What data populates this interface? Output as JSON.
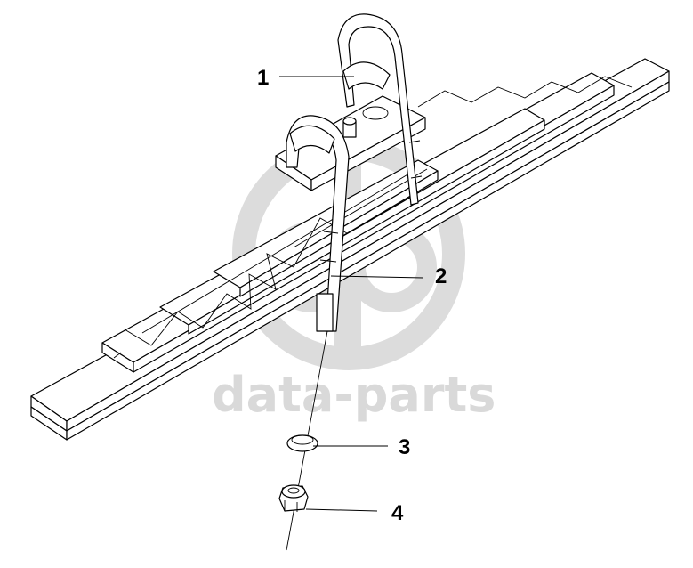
{
  "watermark": {
    "text": "data-parts"
  },
  "callouts": [
    {
      "id": "1",
      "label": "1"
    },
    {
      "id": "2",
      "label": "2"
    },
    {
      "id": "3",
      "label": "3"
    },
    {
      "id": "4",
      "label": "4"
    }
  ],
  "colors": {
    "watermark": "#d9d9d9",
    "line": "#000000",
    "background": "#ffffff"
  }
}
